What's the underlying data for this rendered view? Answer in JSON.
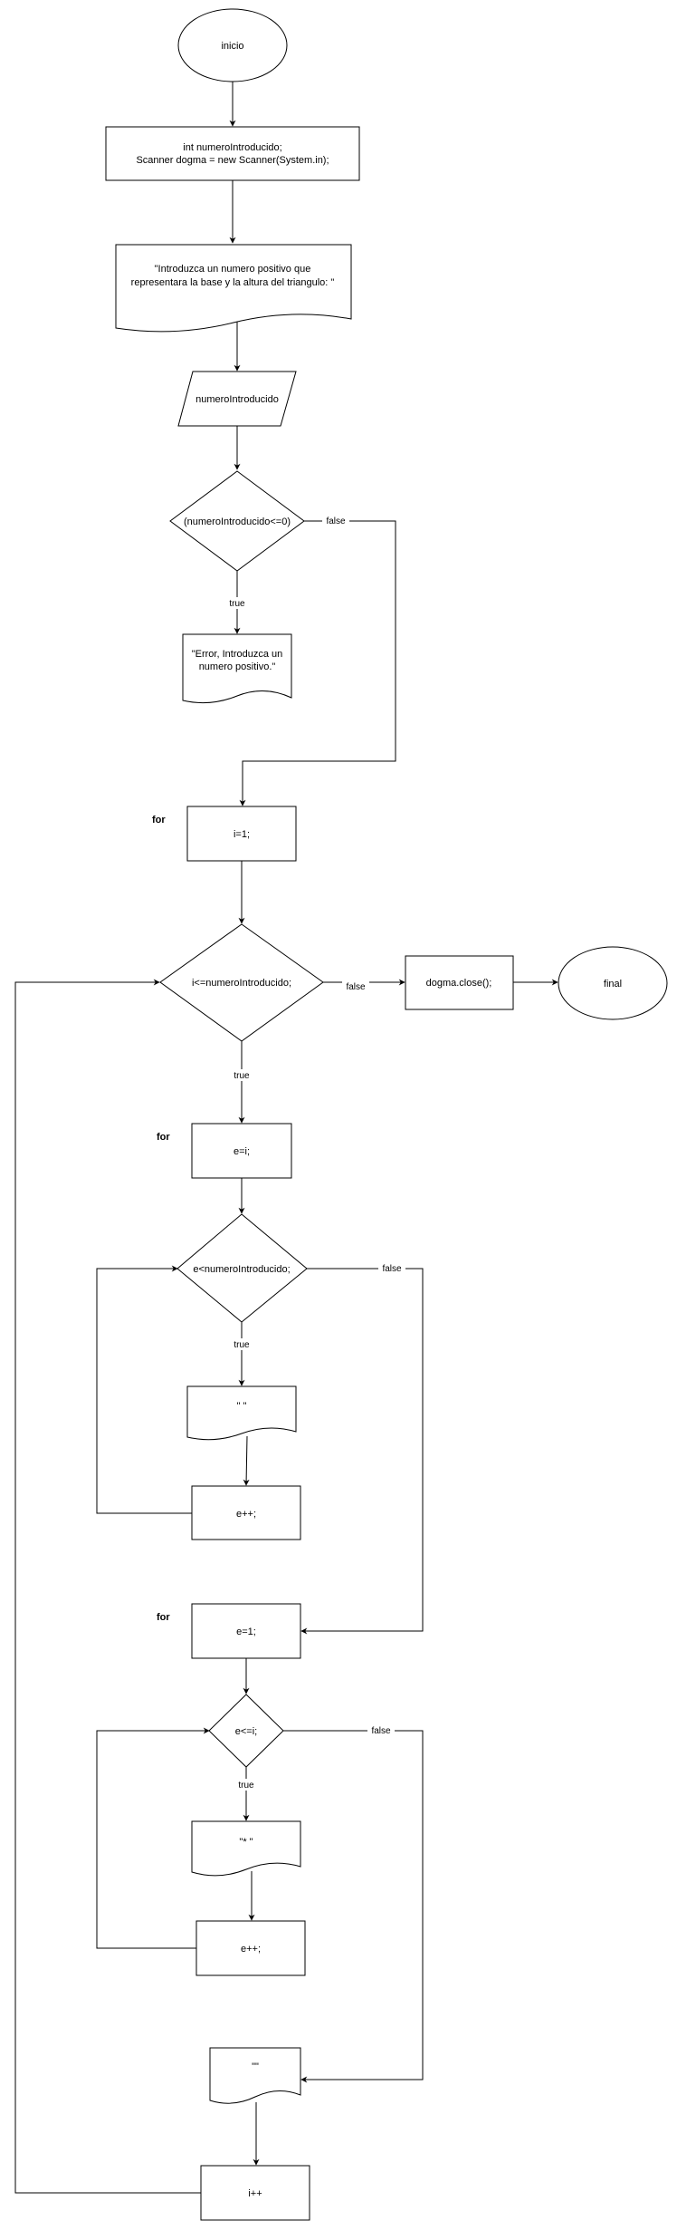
{
  "nodes": {
    "inicio": "inicio",
    "init_1": "int numeroIntroducido;",
    "init_2": "Scanner dogma = new Scanner(System.in);",
    "prompt_1": "\"Introduzca un numero positivo que",
    "prompt_2": "representara la base y la altura del triangulo: \"",
    "input": "numeroIntroducido",
    "cond_positive": "(numeroIntroducido<=0)",
    "error_1": "\"Error, Introduzca un",
    "error_2": "numero positivo.\"",
    "for_i_init": "i=1;",
    "for_i_cond": "i<=numeroIntroducido;",
    "close": "dogma.close();",
    "final": "final",
    "for_e1_init": "e=i;",
    "for_e1_cond": "e<numeroIntroducido;",
    "print_space": "\" \"",
    "e1_inc": "e++;",
    "for_e2_init": "e=1;",
    "for_e2_cond": "e<=i;",
    "print_star": "\"* \"",
    "e2_inc": "e++;",
    "print_newline": "\"\"",
    "i_inc": "i++"
  },
  "labels": {
    "true": "true",
    "false": "false",
    "for": "for"
  }
}
